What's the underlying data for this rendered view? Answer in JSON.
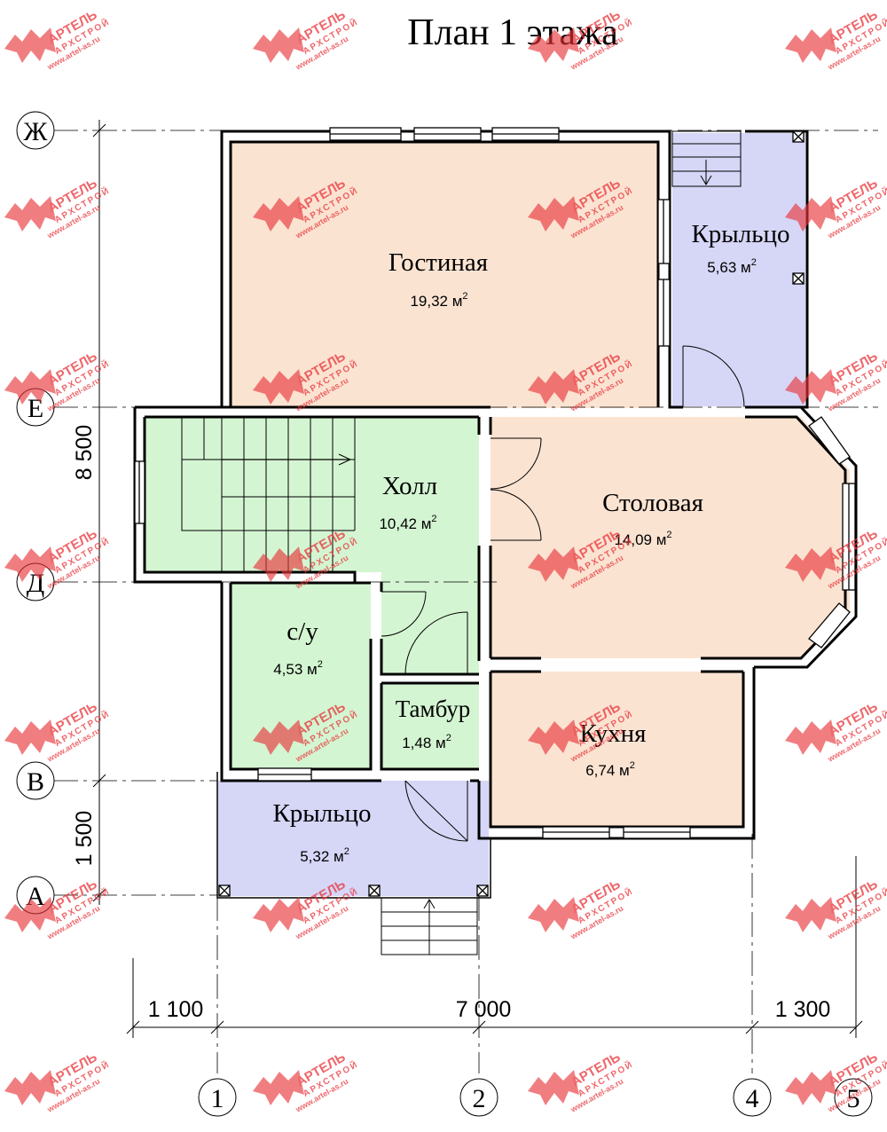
{
  "title": "План 1 этажа",
  "colors": {
    "living": "#fbe3d2",
    "wet": "#d4f5d2",
    "porch": "#d6d6f7",
    "wall": "#000000",
    "watermark": "#e8353a"
  },
  "rooms": {
    "gostinaya": {
      "name": "Гостиная",
      "area": "19,32 м",
      "sup": "2"
    },
    "krylco_top": {
      "name": "Крыльцо",
      "area": "5,63 м",
      "sup": "2"
    },
    "holl": {
      "name": "Холл",
      "area": "10,42 м",
      "sup": "2"
    },
    "stolovaya": {
      "name": "Столовая",
      "area": "14,09 м",
      "sup": "2"
    },
    "su": {
      "name": "с/у",
      "area": "4,53 м",
      "sup": "2"
    },
    "tambur": {
      "name": "Тамбур",
      "area": "1,48 м",
      "sup": "2"
    },
    "kuhnya": {
      "name": "Кухня",
      "area": "6,74 м",
      "sup": "2"
    },
    "krylco_bottom": {
      "name": "Крыльцо",
      "area": "5,32 м",
      "sup": "2"
    }
  },
  "axes": {
    "letters": [
      "Ж",
      "Е",
      "Д",
      "В",
      "А"
    ],
    "numbers": [
      "1",
      "2",
      "4",
      "5"
    ]
  },
  "dimensions": {
    "left": [
      "8 500",
      "1 500"
    ],
    "bottom": [
      "1 100",
      "7 000",
      "1 300"
    ]
  },
  "watermark": {
    "brand": "АРТЕЛЬ",
    "sub": "АРХСТРОЙ",
    "site": "www.artel-as.ru"
  }
}
